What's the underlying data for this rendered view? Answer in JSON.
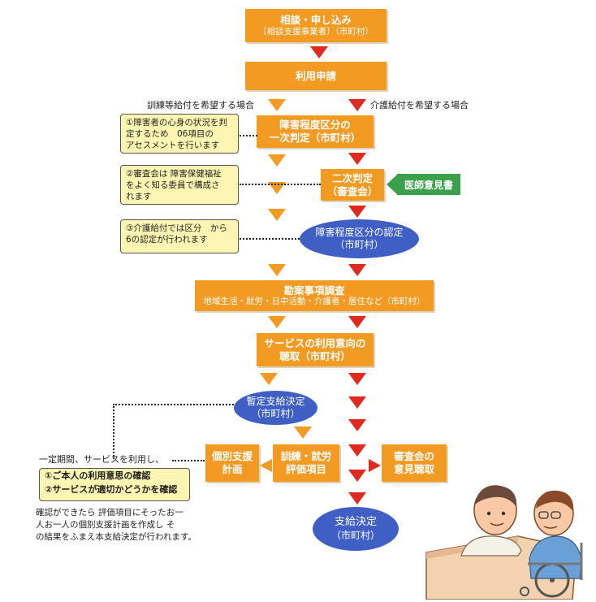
{
  "steps": {
    "consult": {
      "line1": "相談・申し込み",
      "line2": "〔相談支援事業者〕（市町村）"
    },
    "apply": {
      "line1": "利用申請"
    },
    "primary": {
      "line1": "障害程度区分の",
      "line2": "一次判定（市町村）"
    },
    "secondary": {
      "line1": "二次判定",
      "line2": "（審査会）"
    },
    "certify": {
      "line1": "障害程度区分の認定",
      "line2": "（市町村）"
    },
    "survey": {
      "line1": "勘案事項調査",
      "line2": "地域生活・就労・日中活動・介護者・居住など（市町村）"
    },
    "hearing": {
      "line1": "サービスの利用意向の",
      "line2": "聴取（市町村）"
    },
    "provisional": {
      "line1": "暫定支給決定",
      "line2": "（市町村）"
    },
    "individual_plan": {
      "line1": "個別支援",
      "line2": "計画"
    },
    "evaluation": {
      "line1": "訓練・就労",
      "line2": "評価項目"
    },
    "committee_hearing": {
      "line1": "審査会の",
      "line2": "意見聴取"
    },
    "final": {
      "line1": "支給決定",
      "line2": "（市町村）"
    }
  },
  "branch_labels": {
    "training": "訓練等給付を希望する場合",
    "care": "介護給付を希望する場合"
  },
  "doctor_opinion": "医師意見書",
  "notes": {
    "n1": "①障害者の心身の状況を判\n定するため　06項目の\nアセスメントを行います",
    "n2": "②審査会は 障害保健福祉\nをよく知る委員で構成さ\nれます",
    "n3": "③介護給付では区分　から\n6の認定が行われます"
  },
  "trial": {
    "lead": "一定期間、サービスを利用し、",
    "check1": "①ご本人の利用意思の確認",
    "check2": "②サービスが適切かどうかを確認",
    "summary": "確認ができたら 評価項目にそったお一\n人お一人の個別支援計画を作成し そ\nの結果をふまえ本支給決定が行われます。"
  },
  "colors": {
    "box": "#f39a22",
    "oval": "#3f5fc4",
    "note": "#fdf6b2",
    "arrow_training": "#f39a22",
    "arrow_care": "#e02a1f",
    "doctor": "#3aa04a"
  },
  "illustration": "two-people-consultation-wheelchair"
}
